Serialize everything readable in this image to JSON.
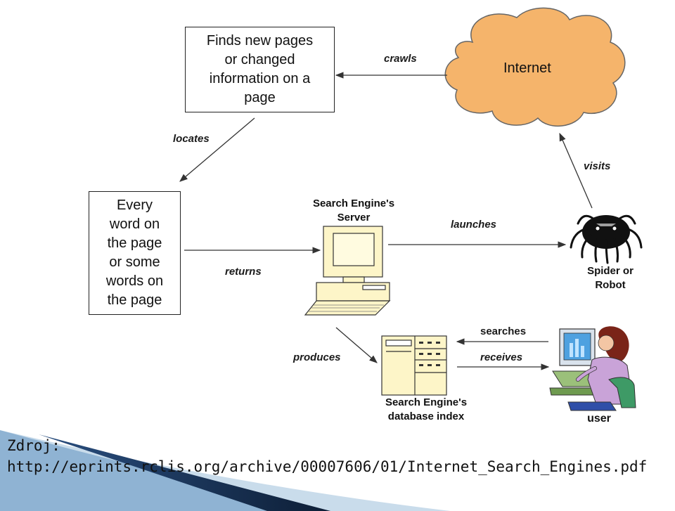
{
  "nodes": {
    "finds_box": [
      "Finds new pages",
      "or changed",
      "information on a",
      "page"
    ],
    "words_box": [
      "Every",
      "word on",
      "the page",
      "or some",
      "words on",
      "the page"
    ],
    "internet": "Internet",
    "server_caption": [
      "Search Engine's",
      "Server"
    ],
    "spider_caption": [
      "Spider or",
      "Robot"
    ],
    "database_caption": [
      "Search Engine's",
      "database index"
    ],
    "user_caption": "user"
  },
  "edges": {
    "crawls": "crawls",
    "locates": "locates",
    "visits": "visits",
    "launches": "launches",
    "returns": "returns",
    "produces": "produces",
    "searches": "searches",
    "receives": "receives"
  },
  "source": {
    "line1": "Zdroj:",
    "line2": "http://eprints.rclis.org/archive/00007606/01/Internet_Search_Engines.pdf"
  },
  "colors": {
    "cloud_fill": "#F5B46B",
    "cloud_stroke": "#555555",
    "computer_fill": "#FDF5C8",
    "wedge_blue": "#1F3B63",
    "wedge_light": "#C9DCEB"
  }
}
